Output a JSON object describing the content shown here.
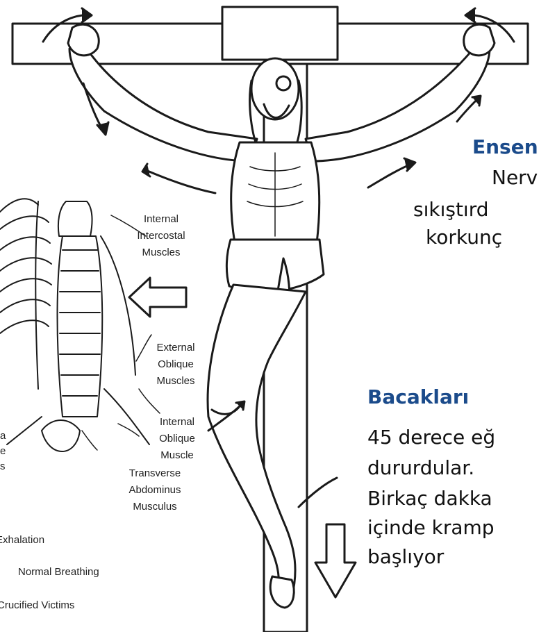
{
  "anatomy_labels": {
    "internal_intercostal": [
      "Internal",
      "Intercostal",
      "Muscles"
    ],
    "external_oblique": [
      "External",
      "Oblique",
      "Muscles"
    ],
    "internal_oblique": [
      "Internal",
      "Oblique",
      "Muscle"
    ],
    "transverse_abdominus": [
      "Transverse",
      "Abdominus",
      "Musculus"
    ],
    "exhalation": "Exhalation",
    "normal_breathing": "Normal Breathing",
    "crucified_victims": "Crucified Victims",
    "cut_a": "a",
    "cut_b": "e",
    "cut_c": "s"
  },
  "neck_section": {
    "heading": "Ensen",
    "lines": [
      "Nerv",
      "sıkıştırd",
      "korkunç"
    ]
  },
  "legs_section": {
    "heading": "Bacakları",
    "lines": [
      "45 derece eğ",
      "dururdular.",
      "Birkaç dakka",
      "içinde kramp",
      "başlıyor"
    ]
  },
  "colors": {
    "heading": "#1b4b8b",
    "body_text": "#111111",
    "line_art": "#1a1a1a"
  }
}
